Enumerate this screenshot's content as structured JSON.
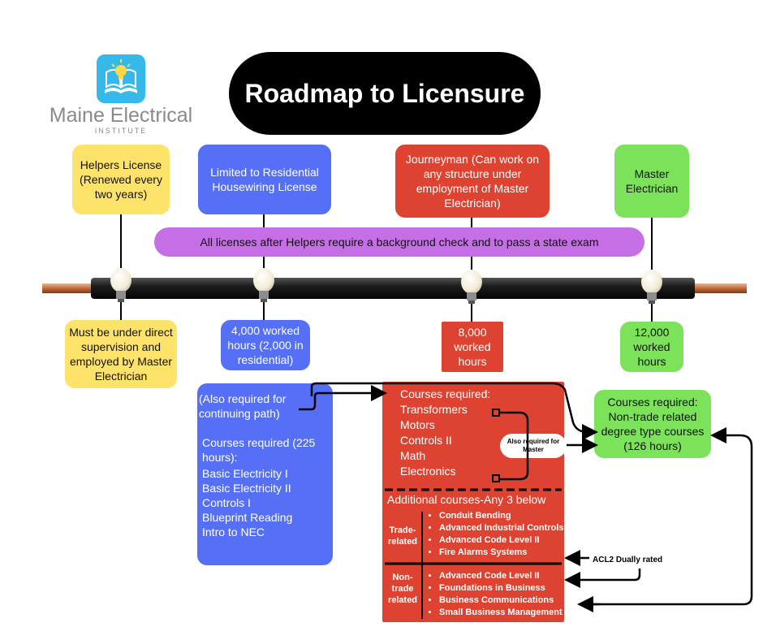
{
  "title": "Roadmap to Licensure",
  "logo": {
    "name": "Maine Electrical",
    "sub": "INSTITUTE"
  },
  "licenses": {
    "helpers": "Helpers License (Renewed every two years)",
    "residential": "Limited to Residential Housewiring License",
    "journeyman": "Journeyman (Can work on any structure under employment of Master Electrician)",
    "master": "Master Electrician"
  },
  "background_check": "All licenses after Helpers require a background check and to pass a state exam",
  "requirements": {
    "helpers": "Must be under direct supervision and employed by Master Electrician",
    "residential": "4,000 worked hours (2,000 in residential)",
    "journeyman": "8,000 worked hours",
    "master": "12,000 worked hours"
  },
  "residential_courses": {
    "note": "(Also required for continuing path)",
    "heading": "Courses required (225 hours):",
    "items": [
      "Basic Electricity I",
      "Basic Electricity II",
      "Controls I",
      "Blueprint Reading",
      "Intro to NEC"
    ]
  },
  "journeyman_courses": {
    "heading": "Courses required:",
    "items": [
      "Transformers",
      "Motors",
      "Controls II",
      "Math",
      "Electronics"
    ],
    "also_master": "Also required for Master",
    "additional_heading": "Additional courses-Any 3 below",
    "trade_label": "Trade-related",
    "trade_items": [
      "Conduit Bending",
      "Advanced Industrial Controls",
      "Advanced Code Level II",
      "Fire Alarms Systems"
    ],
    "nontrade_label": "Non-trade related",
    "nontrade_items": [
      "Advanced Code Level II",
      "Foundations in Business",
      "Business Communications",
      "Small Business Management"
    ]
  },
  "master_courses": "Courses required: Non-trade related degree type courses (126 hours)",
  "acl2_note": "ACL2 Dually rated"
}
